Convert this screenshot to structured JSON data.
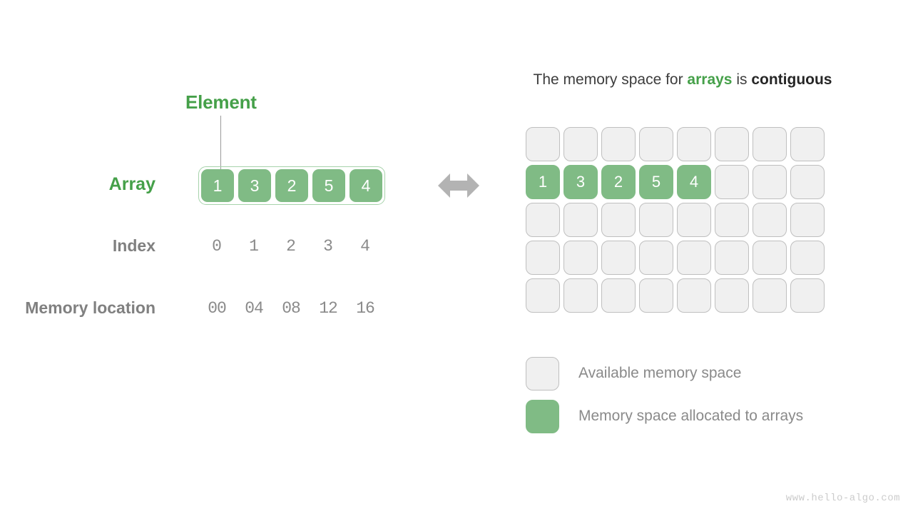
{
  "diagram": {
    "left": {
      "element_label": "Element",
      "row_labels": {
        "array": "Array",
        "index": "Index",
        "memory_location": "Memory location"
      },
      "array_values": [
        "1",
        "3",
        "2",
        "5",
        "4"
      ],
      "index_values": [
        "0",
        "1",
        "2",
        "3",
        "4"
      ],
      "memory_location_values": [
        "00",
        "04",
        "08",
        "12",
        "16"
      ]
    },
    "connector": {
      "icon": "double-arrow-horizontal-icon"
    },
    "right": {
      "title": {
        "part1": "The memory space for ",
        "highlight_green": "arrays",
        "part2": " is ",
        "highlight_dark": "contiguous"
      },
      "grid": {
        "columns": 8,
        "rows": 5,
        "filled_row_index": 1,
        "filled_values": [
          "1",
          "3",
          "2",
          "5",
          "4"
        ]
      },
      "legend": [
        {
          "swatch": "empty",
          "label": "Available memory space"
        },
        {
          "swatch": "filled",
          "label": "Memory space allocated to arrays"
        }
      ]
    },
    "watermark": "www.hello-algo.com",
    "colors": {
      "green_fill": "#80bb85",
      "green_text": "#45a049",
      "green_border": "#a7d3ab",
      "gray_text": "#808080",
      "gray_light_text": "#8a8a8a",
      "cell_empty_fill": "#f0f0f0",
      "cell_empty_border": "#bfbfbf",
      "arrow_gray": "#b3b3b3",
      "watermark_gray": "#cccccc",
      "background": "#ffffff"
    }
  }
}
